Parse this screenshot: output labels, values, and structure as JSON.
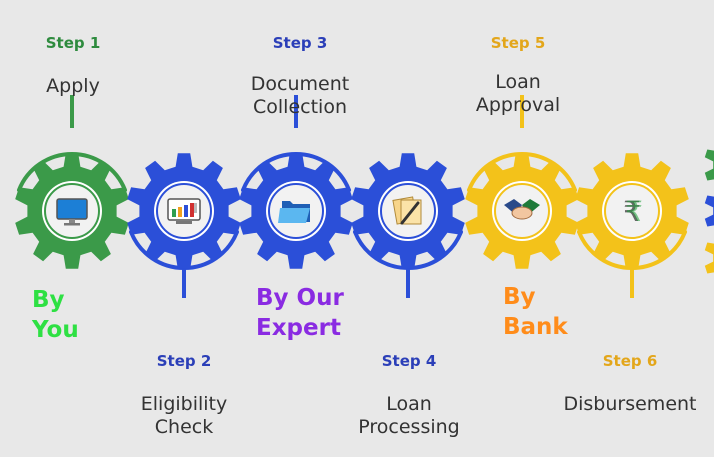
{
  "steps": [
    {
      "number": "Step 1",
      "title": "Apply",
      "color": "#3b9a49",
      "number_color": "#2e8b3e",
      "icon": "monitor-icon",
      "group": "you"
    },
    {
      "number": "Step 2",
      "title": "Eligibility\nCheck",
      "color": "#2b4fd8",
      "number_color": "#2b3fb8",
      "icon": "dashboard-chart-icon",
      "group": "expert"
    },
    {
      "number": "Step 3",
      "title": "Document\nCollection",
      "color": "#2b4fd8",
      "number_color": "#2b3fb8",
      "icon": "folder-icon",
      "group": "expert"
    },
    {
      "number": "Step 4",
      "title": "Loan\nProcessing",
      "color": "#2b4fd8",
      "number_color": "#2b3fb8",
      "icon": "documents-pen-icon",
      "group": "expert"
    },
    {
      "number": "Step 5",
      "title": "Loan\nApproval",
      "color": "#f3c21a",
      "number_color": "#e3a61a",
      "icon": "handshake-icon",
      "group": "bank"
    },
    {
      "number": "Step 6",
      "title": "Disbursement",
      "color": "#f3c21a",
      "number_color": "#e3a61a",
      "icon": "rupee-icon",
      "group": "bank"
    }
  ],
  "groups": {
    "you": {
      "label": "By\nYou",
      "color": "#2ee043"
    },
    "expert": {
      "label": "By Our\nExpert",
      "color": "#8a2be2"
    },
    "bank": {
      "label": "By\nBank",
      "color": "#ff8c1a"
    }
  },
  "colors": {
    "background": "#e8e8e8",
    "title_text": "#333333",
    "gear_inner_ring": "#ffffff",
    "gear_inner_fill": "#f2f2f2"
  }
}
